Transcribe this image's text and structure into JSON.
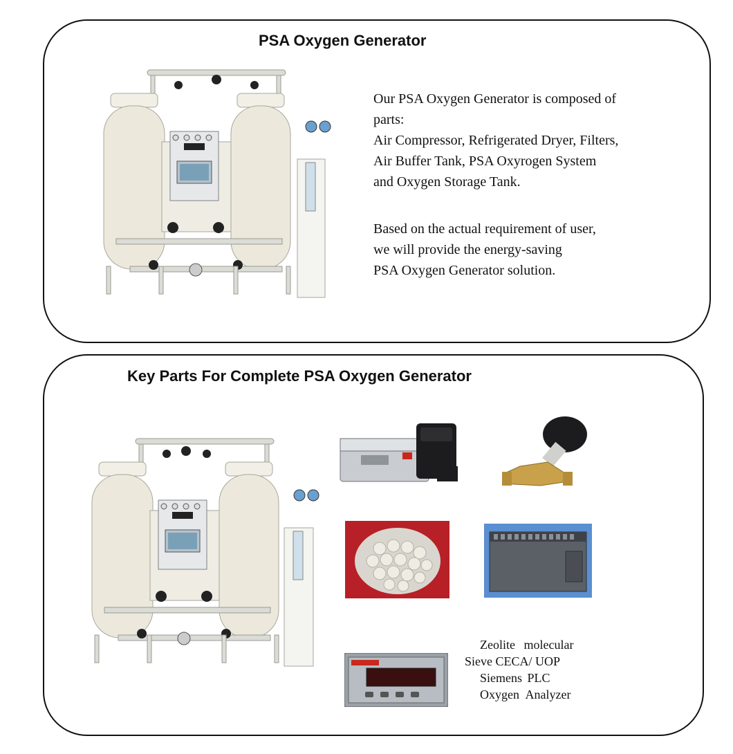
{
  "top_section": {
    "title": "PSA Oxygen Generator",
    "description_1": [
      "Our PSA Oxygen Generator is composed of",
      "parts:",
      "Air Compressor, Refrigerated Dryer, Filters,",
      "Air Buffer Tank, PSA Oxyrogen System",
      "and Oxygen Storage Tank."
    ],
    "description_2": [
      "Based on the actual requirement of user,",
      "we will provide the energy-saving",
      "PSA Oxygen Generator solution."
    ]
  },
  "bottom_section": {
    "title": "Key Parts For Complete PSA Oxygen Generator",
    "parts_list": [
      "Zeolite molecular",
      "Sieve CECA/ UOP",
      "Siemens PLC",
      "Oxygen Analyzer"
    ]
  },
  "colors": {
    "tank": "#ece9dc",
    "pipe": "#dcdcd6",
    "brass": "#c9a14a",
    "plc": "#5b6067",
    "display_red": "#c8281e",
    "outline": "#111111"
  },
  "icons": [
    "oxygen-generator-image",
    "solenoid-valve-image",
    "angle-seat-valve-image",
    "zeolite-sieve-image",
    "siemens-plc-image",
    "oxygen-analyzer-image"
  ]
}
